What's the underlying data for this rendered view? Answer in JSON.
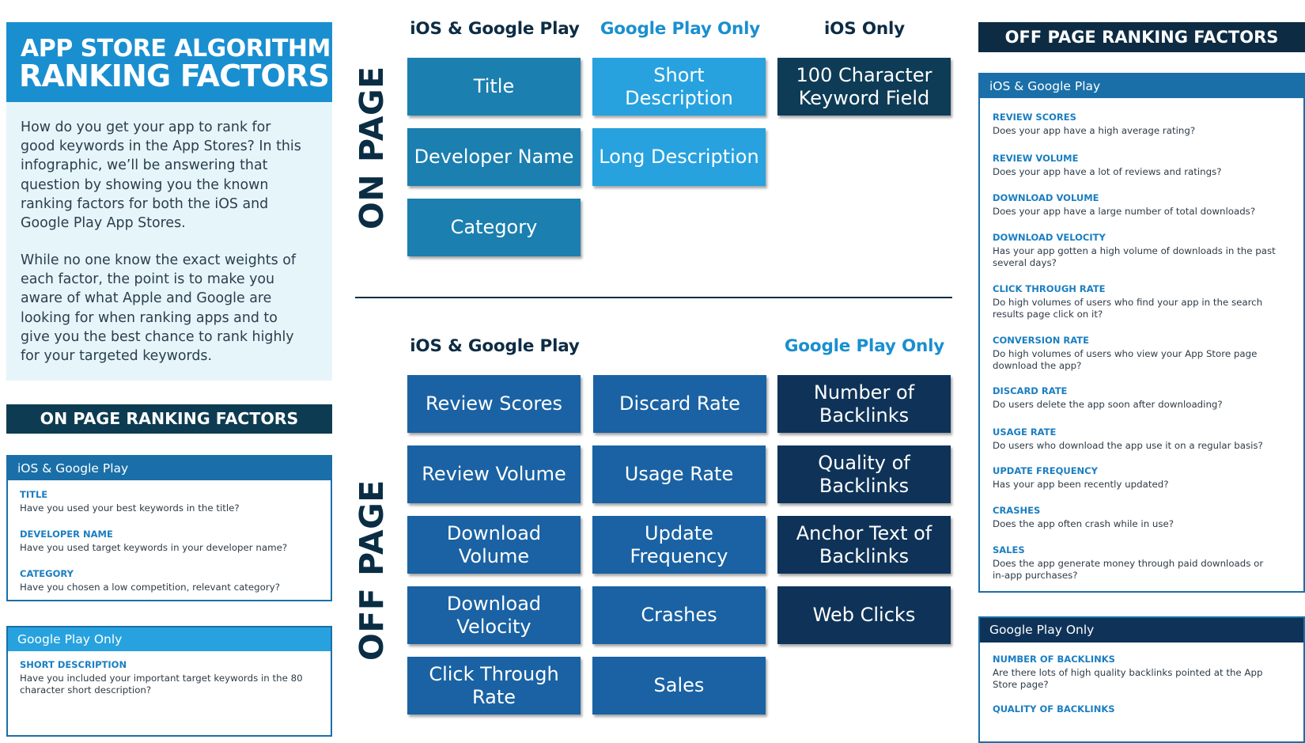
{
  "title": {
    "line1": "APP STORE ALGORITHM",
    "line2": "RANKING FACTORS"
  },
  "intro": {
    "p1": "How do you get your app to rank for good keywords in the App Stores? In this infographic, we’ll be answering that question by showing you the known ranking factors for both the iOS and Google Play App Stores.",
    "p2": "While no one know the exact weights of each factor, the point is to make you aware of what Apple and Google are looking for when ranking apps and to give you the best chance to rank highly for your targeted keywords."
  },
  "on_page_section": {
    "heading": "ON PAGE RANKING FACTORS",
    "panels": [
      {
        "header": "iOS & Google Play",
        "items": [
          {
            "title": "TITLE",
            "desc": "Have you used your best keywords in the title?"
          },
          {
            "title": "DEVELOPER NAME",
            "desc": "Have you used target keywords in your developer name?"
          },
          {
            "title": "CATEGORY",
            "desc": "Have you chosen a low competition, relevant category?"
          }
        ]
      },
      {
        "header": "Google Play Only",
        "items": [
          {
            "title": "SHORT DESCRIPTION",
            "desc": "Have you included your important target keywords in the 80 character short description?"
          }
        ]
      }
    ]
  },
  "grid": {
    "on_page_label": "ON PAGE",
    "off_page_label": "OFF PAGE",
    "on_page_headers": [
      "iOS & Google Play",
      "Google Play Only",
      "iOS Only"
    ],
    "off_page_headers": [
      "iOS & Google Play",
      "Google Play Only"
    ],
    "on_page_tiles": {
      "col1": [
        "Title",
        "Developer Name",
        "Category"
      ],
      "col2": [
        "Short Description",
        "Long Description"
      ],
      "col3": [
        "100 Character Keyword Field"
      ]
    },
    "off_page_tiles": {
      "col1": [
        "Review Scores",
        "Review Volume",
        "Download Volume",
        "Download Velocity",
        "Click Through Rate"
      ],
      "col2": [
        "Discard Rate",
        "Usage Rate",
        "Update Frequency",
        "Crashes",
        "Sales"
      ],
      "col3": [
        "Number of Backlinks",
        "Quality of Backlinks",
        "Anchor Text of Backlinks",
        "Web Clicks"
      ]
    }
  },
  "off_page_section": {
    "heading": "OFF PAGE RANKING FACTORS",
    "panels": [
      {
        "header": "iOS & Google Play",
        "items": [
          {
            "title": "REVIEW SCORES",
            "desc": "Does your app have a high average rating?"
          },
          {
            "title": "REVIEW VOLUME",
            "desc": "Does your app have a lot of reviews and ratings?"
          },
          {
            "title": "DOWNLOAD VOLUME",
            "desc": "Does your app have a large number of total downloads?"
          },
          {
            "title": "DOWNLOAD VELOCITY",
            "desc": "Has your app gotten a high volume of downloads in the past several days?"
          },
          {
            "title": "CLICK THROUGH RATE",
            "desc": "Do high volumes of users who find your app in the search results page click on it?"
          },
          {
            "title": "CONVERSION RATE",
            "desc": "Do high volumes of users who view your App Store page download the app?"
          },
          {
            "title": "DISCARD RATE",
            "desc": "Do users delete the app soon after downloading?"
          },
          {
            "title": "USAGE RATE",
            "desc": "Do users who download the app use it on a regular basis?"
          },
          {
            "title": "UPDATE FREQUENCY",
            "desc": "Has your app been recently updated?"
          },
          {
            "title": "CRASHES",
            "desc": "Does the app often crash while in use?"
          },
          {
            "title": "SALES",
            "desc": "Does the app generate money through paid downloads or in-app purchases?"
          }
        ]
      },
      {
        "header": "Google Play Only",
        "items": [
          {
            "title": "NUMBER OF BACKLINKS",
            "desc": "Are there lots of high quality backlinks pointed at the App Store page?"
          },
          {
            "title": "QUALITY OF BACKLINKS",
            "desc": ""
          }
        ]
      }
    ]
  },
  "colors": {
    "title_bg": "#1a8fd0",
    "intro_bg": "#e6f5f9",
    "section_head_bg": "#0d3c52",
    "tile_teal": "#1b7fb0",
    "tile_light": "#27a2df",
    "tile_dark": "#0e3c56",
    "tile_blue": "#1a62a3",
    "tile_navy": "#0f3358",
    "google_play_text": "#1a8fd0"
  }
}
